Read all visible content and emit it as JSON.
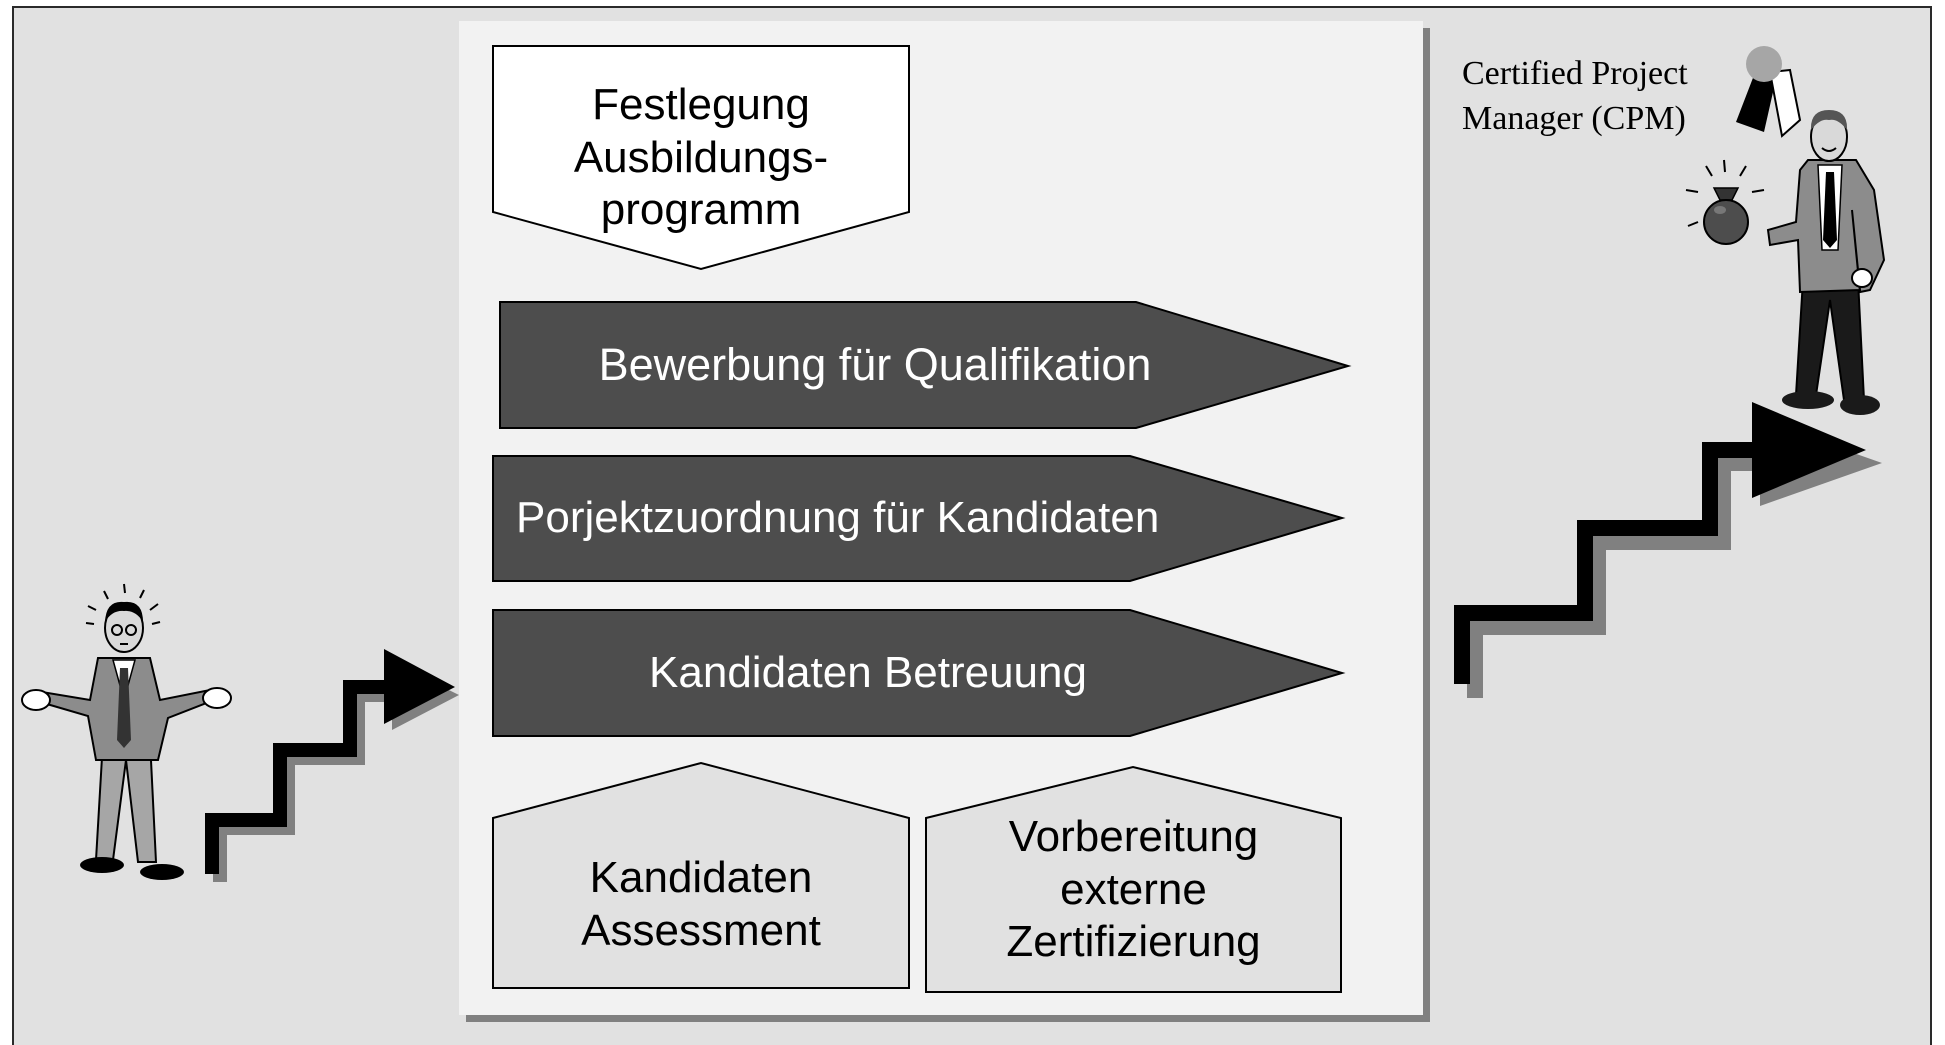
{
  "diagram": {
    "top_step": {
      "label": "Festlegung Ausbildungs-programm"
    },
    "arrows": [
      {
        "label": "Bewerbung für Qualifikation"
      },
      {
        "label": "Porjektzuordnung für Kandidaten"
      },
      {
        "label": "Kandidaten Betreuung"
      }
    ],
    "bottom_steps": [
      {
        "label": "Kandidaten Assessment"
      },
      {
        "label": "Vorbereitung externe Zertifizierung"
      }
    ],
    "certificate_caption": "Certified Project Manager (CPM)"
  },
  "colors": {
    "background": "#e1e1e1",
    "panel": "#f2f2f2",
    "arrow_fill": "#4d4d4d",
    "box_fill": "#e1e1e1",
    "shadow": "#808080"
  },
  "icons": [
    "confused-man-icon",
    "certified-businessman-icon",
    "award-ribbon-icon",
    "money-bag-icon",
    "stair-arrow-icon"
  ]
}
